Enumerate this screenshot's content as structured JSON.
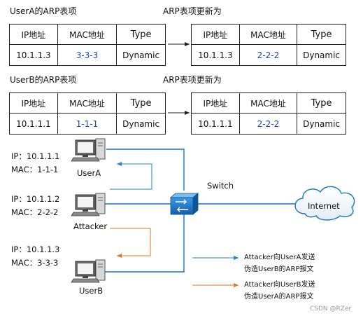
{
  "tables": [
    {
      "caption": "UserA的ARP表项",
      "headers": [
        "IP地址",
        "MAC地址",
        "Type"
      ],
      "row": [
        "10.1.1.3",
        "3-3-3",
        "Dynamic"
      ]
    },
    {
      "caption": "ARP表项更新为",
      "headers": [
        "IP地址",
        "MAC地址",
        "Type"
      ],
      "row": [
        "10.1.1.3",
        "2-2-2",
        "Dynamic"
      ]
    },
    {
      "caption": "UserB的ARP表项",
      "headers": [
        "IP地址",
        "MAC地址",
        "Type"
      ],
      "row": [
        "10.1.1.1",
        "1-1-1",
        "Dynamic"
      ]
    },
    {
      "caption": "ARP表项更新为",
      "headers": [
        "IP地址",
        "MAC地址",
        "Type"
      ],
      "row": [
        "10.1.1.1",
        "2-2-2",
        "Dynamic"
      ]
    }
  ],
  "hosts": {
    "usera": {
      "ip": "IP：10.1.1.1",
      "mac": "MAC：1-1-1",
      "name": "UserA"
    },
    "attacker": {
      "ip": "IP：10.1.1.2",
      "mac": "MAC：2-2-2",
      "name": "Attacker"
    },
    "userb": {
      "ip": "IP：10.1.1.3",
      "mac": "MAC：3-3-3",
      "name": "UserB"
    }
  },
  "switch_label": "Switch",
  "internet_label": "Internet",
  "legend": {
    "blue_line1": "Attacker向UserA发送",
    "blue_line2": "伪造UserB的ARP报文",
    "orange_line1": "Attacker向UserB发送",
    "orange_line2": "伪造UserA的ARP报文"
  },
  "watermark": "CSDN @RZer",
  "colors": {
    "blue": "#2a7fd0",
    "orange": "#e0771f",
    "switch": "#1a73c9",
    "mac_text": "#1f3fbf"
  }
}
